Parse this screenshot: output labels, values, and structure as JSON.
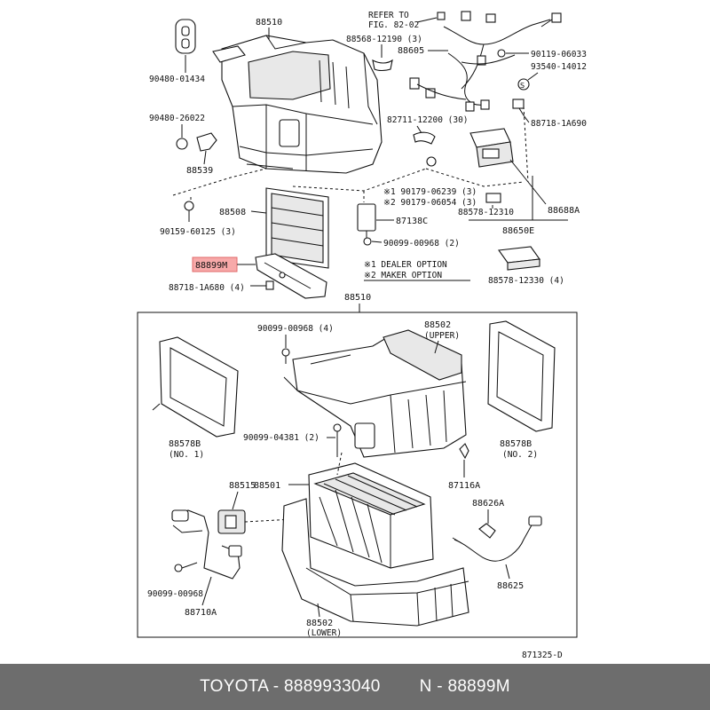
{
  "diagram": {
    "labels": {
      "p88510_top": "88510",
      "refer_1": "REFER TO",
      "refer_2": "FIG. 82-02",
      "p88568": "88568-12190 (3)",
      "p88605": "88605",
      "p90119": "90119-06033",
      "p93540": "93540-14012",
      "p82711": "82711-12200 (30)",
      "p88718_1a690": "88718-1A690",
      "p90480_01434": "90480-01434",
      "p90480_26022": "90480-26022",
      "p88539": "88539",
      "p90179_06239": "※1 90179-06239 (3)",
      "p90179_06054": "※2 90179-06054 (3)",
      "p88508": "88508",
      "p87138c": "87138C",
      "p88578_12310": "88578-12310",
      "p88688a": "88688A",
      "p90159": "90159-60125 (3)",
      "p90099_00968_2": "90099-00968 (2)",
      "p88650e": "88650E",
      "p88899m": "88899M",
      "note1": "※1 DEALER OPTION",
      "note2": "※2 MAKER OPTION",
      "p88718_1a680": "88718-1A680 (4)",
      "p88578_12330": "88578-12330 (4)",
      "p88510_box": "88510",
      "p90099_00968_4": "90099-00968 (4)",
      "p88502_upper": "88502",
      "upper": "(UPPER)",
      "p88578b_1": "88578B",
      "no1": "(NO. 1)",
      "p90099_04381": "90099-04381 (2)",
      "p88578b_2": "88578B",
      "no2": "(NO. 2)",
      "p87116a": "87116A",
      "p88515": "88515",
      "p88501": "88501",
      "p88626a": "88626A",
      "p90099_00968": "90099-00968",
      "p88625": "88625",
      "p88710a": "88710A",
      "p88502_lower": "88502",
      "lower": "(LOWER)",
      "fig_no": "871325-D"
    }
  },
  "footer": {
    "brand_part": "TOYOTA - 8889933040",
    "new_part": "N - 88899M"
  }
}
